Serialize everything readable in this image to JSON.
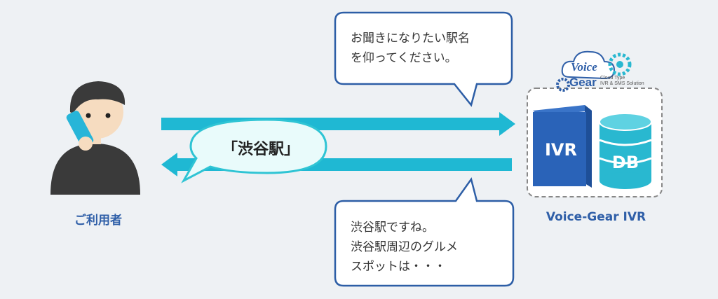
{
  "user": {
    "label": "ご利用者"
  },
  "system": {
    "label": "Voice-Gear IVR",
    "logo": {
      "word1": "Voice",
      "word2": "Gear",
      "tagline1": "Cloud Type",
      "tagline2": "IVR & SMS Solution"
    },
    "server_label": "IVR",
    "db_label": "DB"
  },
  "messages": {
    "prompt": {
      "line1": "お聞きになりたい駅名",
      "line2": "を仰ってください。"
    },
    "user_reply": "「渋谷駅」",
    "response": {
      "line1": "渋谷駅ですね。",
      "line2": "渋谷駅周辺のグルメ",
      "line3": "スポットは・・・"
    }
  },
  "colors": {
    "background": "#eef1f4",
    "arrow": "#1fb8d3",
    "bubble_border": "#2d5ea6",
    "speech_fill": "#e9fbfb",
    "speech_border": "#2fc4d4",
    "label": "#2f5fa8",
    "server_front": "#2a63b8",
    "server_side": "#1e4f98",
    "db": "#29b8d0",
    "person": "#3a3a3a",
    "phone": "#27b5d8"
  }
}
